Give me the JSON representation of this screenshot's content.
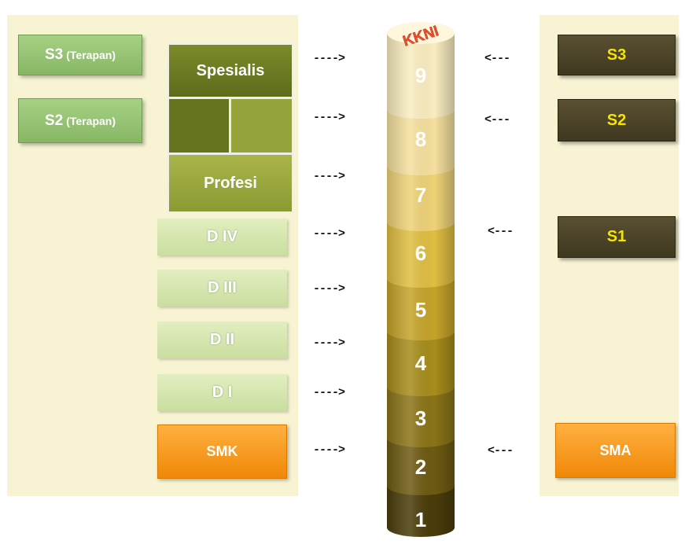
{
  "left": {
    "s3_terapan": {
      "main": "S3",
      "sub": "(Terapan)"
    },
    "s2_terapan": {
      "main": "S2",
      "sub": "(Terapan)"
    },
    "spesialis": "Spesialis",
    "profesi": "Profesi",
    "d4": "D IV",
    "d3": "D III",
    "d2": "D II",
    "d1": "D I",
    "smk": "SMK"
  },
  "right": {
    "s3": "S3",
    "s2": "S2",
    "s1": "S1",
    "sma": "SMA"
  },
  "arrows": {
    "right_arrow": "---->",
    "left_arrow": "<---"
  },
  "column": {
    "label": "KKNI",
    "levels": [
      "1",
      "2",
      "3",
      "4",
      "5",
      "6",
      "7",
      "8",
      "9"
    ]
  },
  "colors": {
    "panel_bg": "#f7f3d3",
    "orange": "#f59a1e",
    "dark_box": "#4a4128",
    "dark_box_text": "#f5e400",
    "kkni_label": "#e8522a"
  }
}
